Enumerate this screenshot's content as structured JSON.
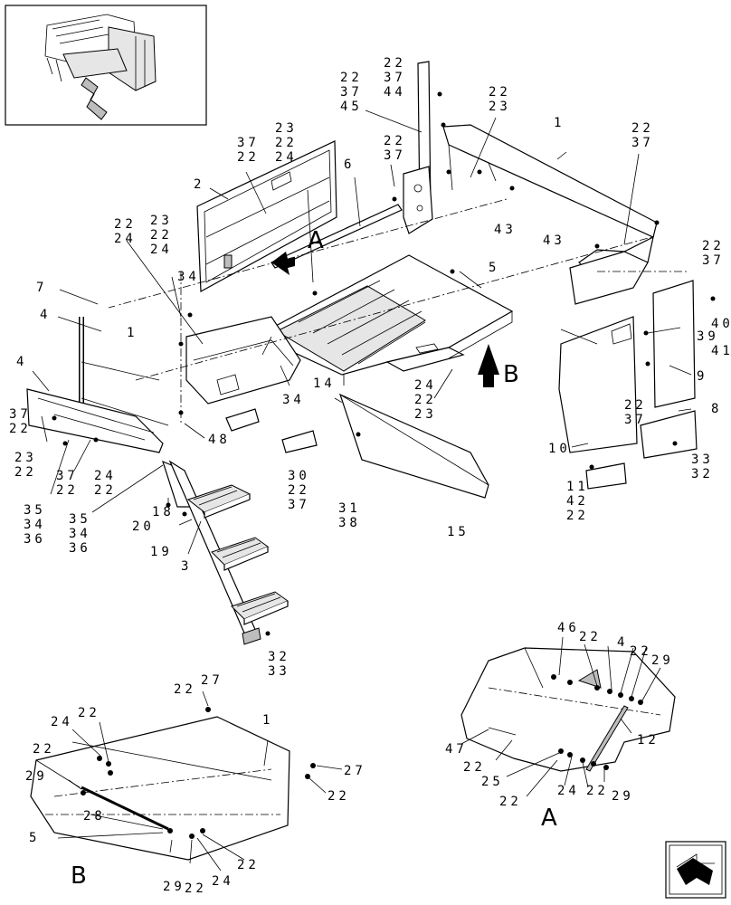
{
  "diagram": {
    "view_labels": {
      "a": "A",
      "b": "B"
    },
    "callouts": {
      "c1": "22",
      "c2": "37",
      "c3": "44",
      "c4": "45",
      "c5": "22",
      "c6": "23",
      "c7": "1",
      "c8": "22",
      "c9": "37",
      "c10": "23",
      "c11": "22",
      "c12": "24",
      "c13": "37",
      "c14": "22",
      "c15": "6",
      "c16": "22",
      "c17": "37",
      "c18": "2",
      "c19": "43",
      "c20": "43",
      "c21": "22",
      "c22": "37",
      "c23": "A",
      "c24": "5",
      "c25": "22",
      "c26": "24",
      "c27": "23",
      "c28": "22",
      "c29": "24",
      "c30": "34",
      "c31": "7",
      "c32": "4",
      "c33": "1",
      "c34": "40",
      "c35": "39",
      "c36": "41",
      "c37": "B",
      "c38": "14",
      "c39": "34",
      "c40": "24",
      "c41": "22",
      "c42": "23",
      "c43": "9",
      "c44": "22",
      "c45": "37",
      "c46": "8",
      "c47": "4",
      "c48": "37",
      "c49": "22",
      "c50": "23",
      "c51": "22",
      "c52": "48",
      "c53": "33",
      "c54": "32",
      "c55": "10",
      "c56": "37",
      "c57": "22",
      "c58": "24",
      "c59": "22",
      "c60": "30",
      "c61": "22",
      "c62": "37",
      "c63": "11",
      "c64": "42",
      "c65": "22",
      "c66": "35",
      "c67": "34",
      "c68": "36",
      "c69": "35",
      "c70": "34",
      "c71": "36",
      "c72": "18",
      "c73": "20",
      "c74": "19",
      "c75": "3",
      "c76": "31",
      "c77": "38",
      "c78": "15",
      "c79": "32",
      "c80": "33",
      "c81": "46",
      "c82": "22",
      "c83": "4",
      "c84": "22",
      "c85": "29",
      "c86": "47",
      "c87": "22",
      "c88": "25",
      "c89": "22",
      "c90": "24",
      "c91": "22",
      "c92": "29",
      "c93": "12",
      "c94": "22",
      "c95": "27",
      "c96": "22",
      "c97": "24",
      "c98": "1",
      "c99": "22",
      "c100": "29",
      "c101": "27",
      "c102": "22",
      "c103": "28",
      "c104": "5",
      "c105": "29",
      "c106": "22",
      "c107": "24",
      "c108": "22"
    }
  }
}
